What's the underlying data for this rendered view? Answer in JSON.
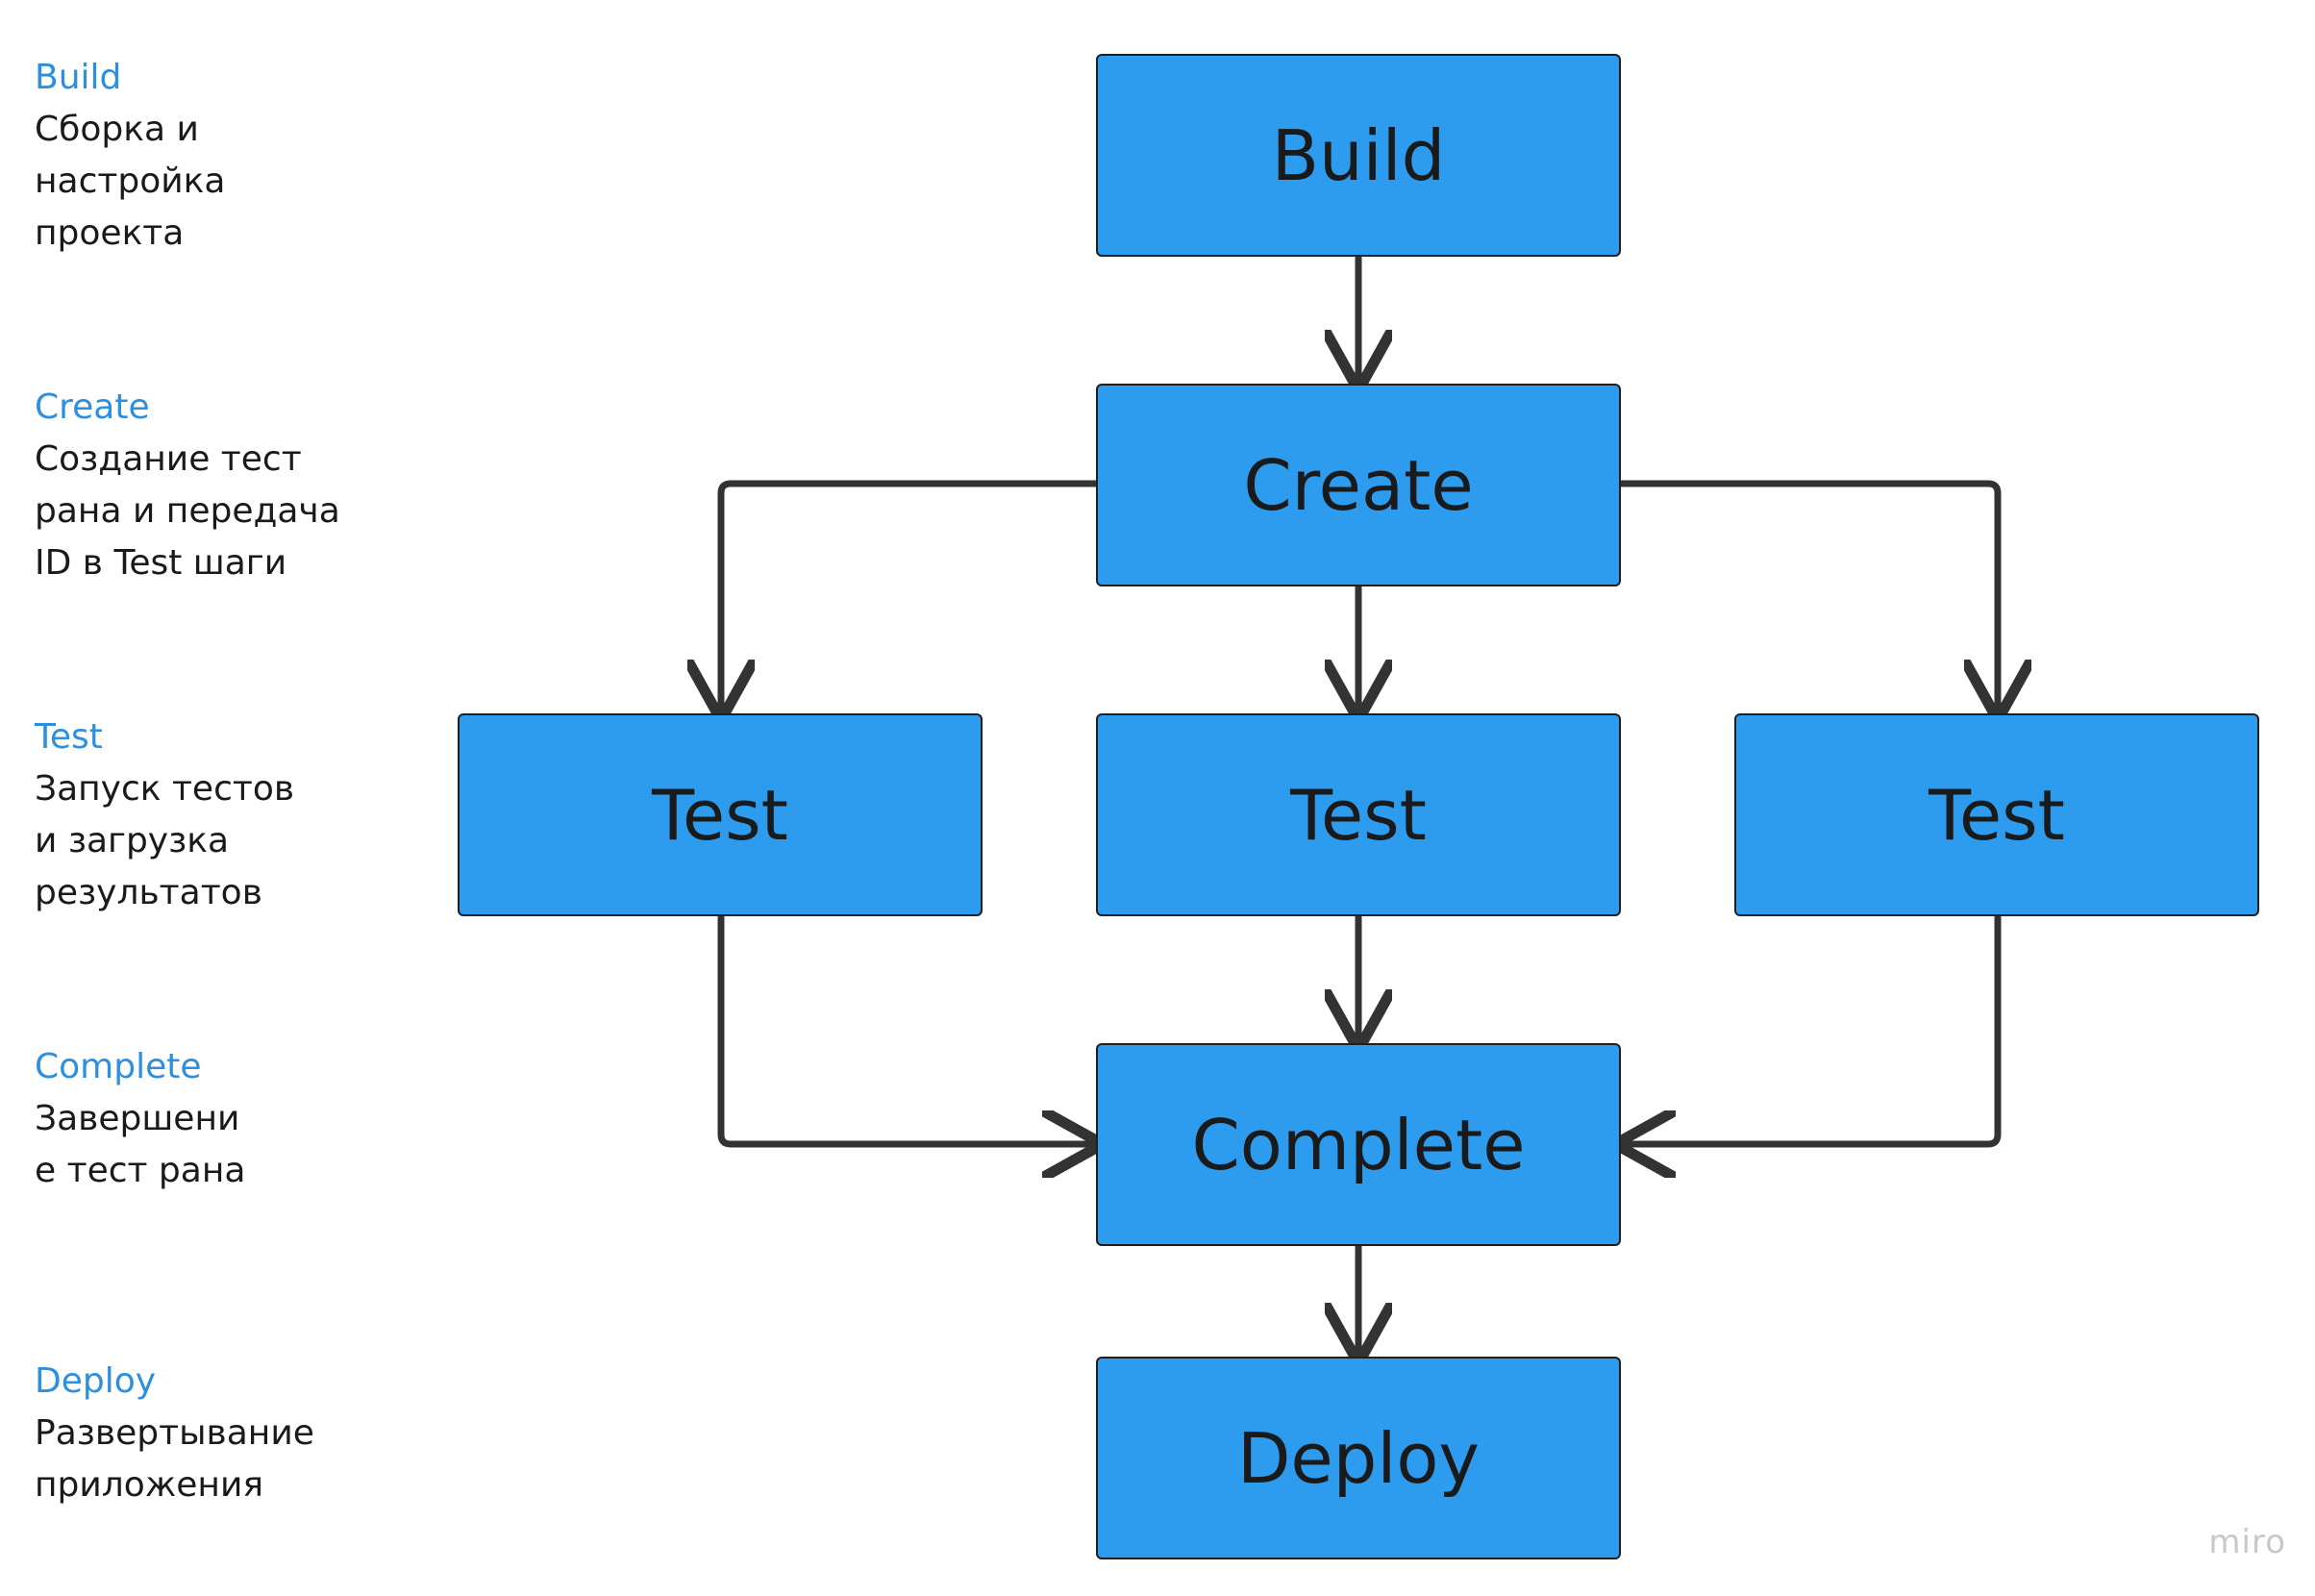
{
  "legend": [
    {
      "title": "Build",
      "lines": [
        "Сборка и",
        "настройка",
        "проекта"
      ]
    },
    {
      "title": "Create",
      "lines": [
        "Создание тест",
        "рана и передача",
        "ID в Test шаги"
      ]
    },
    {
      "title": "Test",
      "lines": [
        "Запуск тестов",
        "и загрузка",
        "результатов"
      ]
    },
    {
      "title": "Complete",
      "lines": [
        "Завершени",
        "е тест рана"
      ]
    },
    {
      "title": "Deploy",
      "lines": [
        "Развертывание",
        "приложения"
      ]
    }
  ],
  "nodes": {
    "build": "Build",
    "create": "Create",
    "test_left": "Test",
    "test_center": "Test",
    "test_right": "Test",
    "complete": "Complete",
    "deploy": "Deploy"
  },
  "watermark": "miro",
  "colors": {
    "box_fill": "#2d9cef",
    "box_border": "#1f1f1f",
    "arrow": "#333333",
    "legend_title": "#2d8fe0",
    "legend_text": "#1a1a1a",
    "watermark": "#c8c8c8"
  }
}
